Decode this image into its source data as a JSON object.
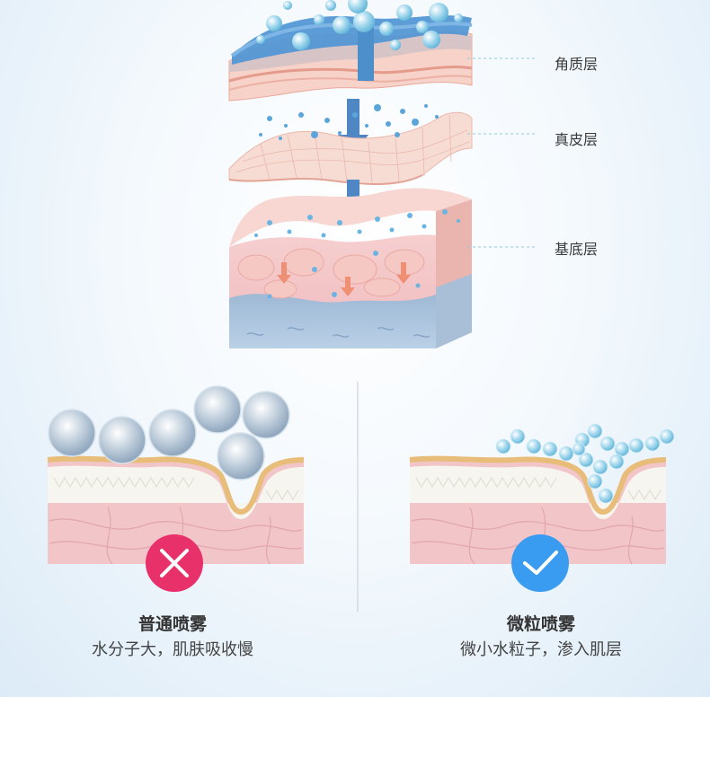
{
  "layers": {
    "stratum_corneum": "角质层",
    "dermis": "真皮层",
    "basal": "基底层"
  },
  "compare": {
    "left": {
      "title": "普通喷雾",
      "desc": "水分子大，肌肤吸收慢",
      "status_icon": "cross-icon",
      "accent": "#e8306a"
    },
    "right": {
      "title": "微粒喷雾",
      "desc": "微小水粒子，渗入肌层",
      "status_icon": "check-icon",
      "accent": "#3a9cf0"
    }
  },
  "colors": {
    "skin_pink": "#f3c6bf",
    "water_blue": "#4f95d4",
    "skin_line": "#e6b66a"
  }
}
